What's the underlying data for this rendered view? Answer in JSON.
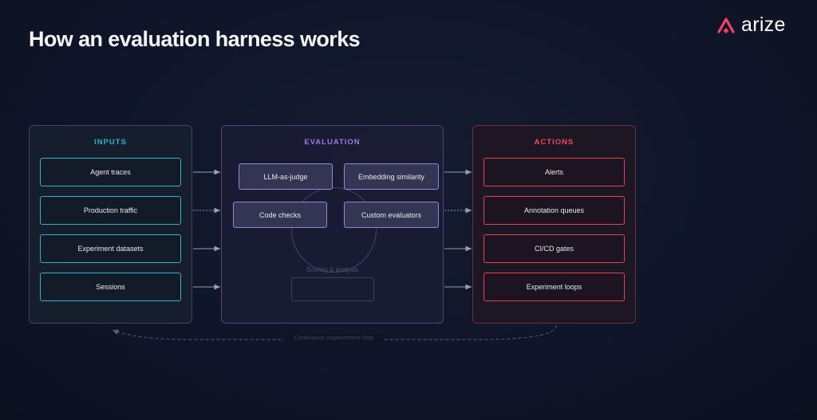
{
  "title": "How an evaluation harness works",
  "logo": {
    "text": "arize",
    "color": "#f0436b"
  },
  "inputs": {
    "heading": "INPUTS",
    "color": "#2bb3c8",
    "items": [
      "Agent traces",
      "Production traffic",
      "Experiment datasets",
      "Sessions"
    ]
  },
  "evaluation": {
    "heading": "EVALUATION",
    "color": "#9b79e6",
    "methods": [
      "LLM-as-judge",
      "Embedding similarity",
      "Code checks",
      "Custom evaluators"
    ],
    "scoring_label": "Scoring & analysis"
  },
  "actions": {
    "heading": "ACTIONS",
    "color": "#ee4c5c",
    "items": [
      "Alerts",
      "Annotation queues",
      "CI/CD gates",
      "Experiment loops"
    ]
  },
  "loop_label": "Continuous improvement loop"
}
